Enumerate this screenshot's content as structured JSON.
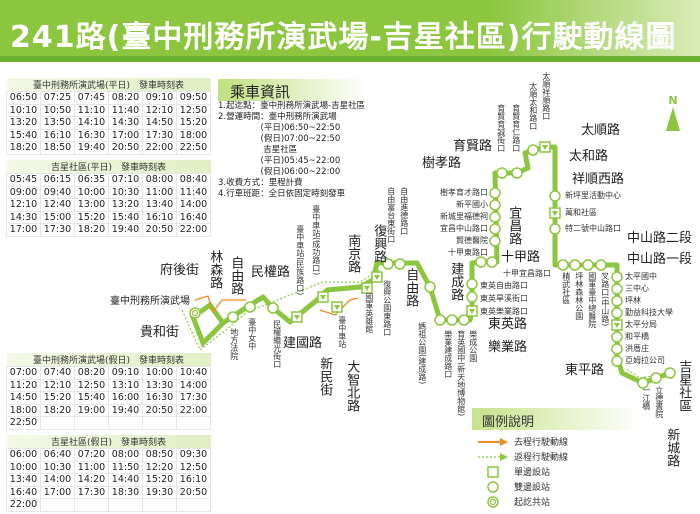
{
  "title": "241路(臺中刑務所演武場-吉星社區)行駛動線圖",
  "colors": {
    "route": "#8cc63f",
    "outbound": "#f08a24",
    "return": "#8cc63f"
  },
  "timetables": [
    {
      "title": "臺中刑務所演武場(平日)　發車時刻表",
      "times": [
        [
          "06:50",
          "07:25",
          "07:45",
          "08:20",
          "09:10",
          "09:50"
        ],
        [
          "10:10",
          "10:50",
          "11:10",
          "11:40",
          "12:10",
          "12:50"
        ],
        [
          "13:20",
          "13:50",
          "14:10",
          "14:30",
          "14:50",
          "15:20"
        ],
        [
          "15:40",
          "16:10",
          "16:30",
          "17:00",
          "17:30",
          "18:00"
        ],
        [
          "18:20",
          "18:50",
          "19:40",
          "20:50",
          "22:00",
          "22:50"
        ]
      ]
    },
    {
      "title": "吉星社區(平日)　發車時刻表",
      "times": [
        [
          "05:45",
          "06:15",
          "06:35",
          "07:10",
          "08:00",
          "08:40"
        ],
        [
          "09:00",
          "09:40",
          "10:00",
          "10:30",
          "11:00",
          "11:40"
        ],
        [
          "12:10",
          "12:40",
          "13:00",
          "13:20",
          "13:40",
          "14:00"
        ],
        [
          "14:30",
          "15:00",
          "15:20",
          "15:40",
          "16:10",
          "16:40"
        ],
        [
          "17:00",
          "17:30",
          "18:20",
          "19:40",
          "20:50",
          "22:00"
        ]
      ]
    },
    {
      "title": "臺中刑務所演武場(假日)　發車時刻表",
      "times": [
        [
          "07:00",
          "07:40",
          "08:20",
          "09:10",
          "10:00",
          "10:40"
        ],
        [
          "11:20",
          "12:10",
          "12:50",
          "13:10",
          "13:30",
          "14:00"
        ],
        [
          "14:50",
          "15:20",
          "15:40",
          "16:00",
          "16:30",
          "17:30"
        ],
        [
          "18:00",
          "18:20",
          "19:00",
          "19:40",
          "20:50",
          "22:00"
        ],
        [
          "22:50",
          "",
          "",
          "",
          "",
          ""
        ]
      ]
    },
    {
      "title": "吉星社區(假日)　發車時刻表",
      "times": [
        [
          "06:00",
          "06:40",
          "07:20",
          "08:00",
          "08:50",
          "09:30"
        ],
        [
          "10:00",
          "10:30",
          "11:00",
          "11:50",
          "12:20",
          "12:50"
        ],
        [
          "13:40",
          "14:00",
          "14:20",
          "14:40",
          "15:20",
          "16:10"
        ],
        [
          "16:40",
          "17:00",
          "17:30",
          "18:30",
          "19:30",
          "20:50"
        ],
        [
          "22:00",
          "",
          "",
          "",
          "",
          ""
        ]
      ]
    }
  ],
  "info": {
    "title": "乘車資訊",
    "lines": [
      "1.起迄點：臺中刑務所演武場-吉星社區",
      "2.營運時間：臺中刑務所演武場",
      "　　　　　(平日)06:50~22:50",
      "　　　　　(假日)07:00~22:50",
      "　　　　　 吉星社區",
      "　　　　　(平日)05:45~22:00",
      "　　　　　(假日)06:00~22:00",
      "3.收費方式：里程計費",
      "4.行車班距：全日依固定時刻發車"
    ]
  },
  "north": "N",
  "roads": [
    "府後街",
    "林森路",
    "自由路",
    "民權路",
    "建國路",
    "新民街",
    "大智北路",
    "南京路",
    "復興路",
    "自由路",
    "建成路",
    "東英路",
    "樂業路",
    "宜昌路",
    "十甲路",
    "育賢路",
    "樹孝路",
    "太順路",
    "太和路",
    "祥順西路",
    "中山路二段",
    "中山路一段",
    "東平路",
    "吉星社區",
    "新城路",
    "貴和街",
    "臺中刑務所演武場"
  ],
  "stops": [
    "地方法院",
    "臺中女中",
    "民權繼光街口",
    "臺中車站(民族路口)",
    "臺中車站(成功路口)",
    "臺中車站",
    "國軍英雄館",
    "復興公園東路口",
    "自由富台東街口",
    "自由進德路口",
    "媽祖公園(建成路)",
    "樂業建成路口",
    "育英國中(新天地博物館)",
    "樂成公園",
    "育賢育誠街口",
    "育賢育仁路口",
    "太順太和路口",
    "太順祥順路口",
    "精武社區",
    "坪林森林公園",
    "國軍臺中總醫院",
    "叉路口(中山路)",
    "一江橋",
    "立德書院",
    "樹孝育才路口",
    "新平國小",
    "新城里福德祠",
    "宜昌中山路口",
    "賢德醫院",
    "十甲東路口",
    "十甲宜昌路口",
    "東英自由路口",
    "東英旱溪街口",
    "東英樂業路口",
    "新坪里活動中心",
    "萬和社區",
    "特二號中山路口",
    "太平國中",
    "三中心",
    "坪林",
    "勤益科技大學",
    "太平分局",
    "和平橋",
    "洪厝庄",
    "亞姆拉公司"
  ],
  "legend": {
    "title": "圖例說明",
    "items": [
      {
        "icon": "orange-arrow",
        "label": "去程行駛動線"
      },
      {
        "icon": "green-dotted-arrow",
        "label": "返程行駛動線"
      },
      {
        "icon": "square",
        "label": "單邊設站"
      },
      {
        "icon": "circle",
        "label": "雙邊設站"
      },
      {
        "icon": "double-circle",
        "label": "起訖共站"
      }
    ]
  }
}
